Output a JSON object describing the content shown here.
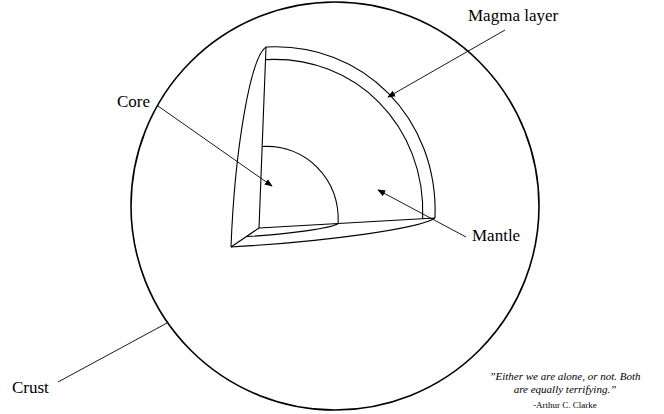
{
  "diagram": {
    "labels": [
      "Magma layer",
      "Core",
      "Mantle",
      "Crust",
      "”Either we are alone, or not. Both are equally terrifying.”",
      "-Arthur C. Clarke"
    ]
  }
}
